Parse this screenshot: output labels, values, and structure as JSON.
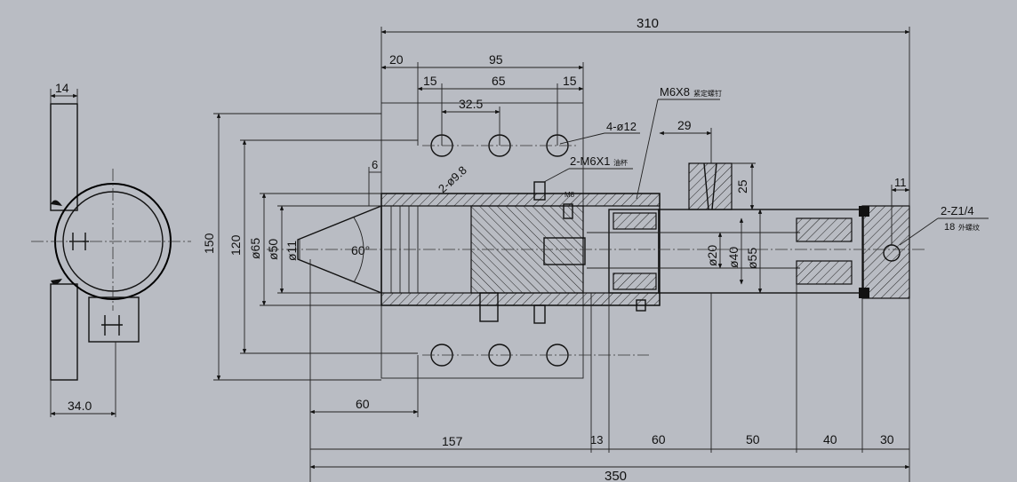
{
  "dimensions": {
    "top_310": "310",
    "top_20": "20",
    "top_95": "95",
    "top_15a": "15",
    "top_65": "65",
    "top_15b": "15",
    "top_32_5": "32.5",
    "top_29": "29",
    "side_14": "14",
    "side_34": "34.0",
    "v_150": "150",
    "v_120": "120",
    "v_d65": "ø65",
    "v_d50": "ø50",
    "v_d11": "ø11",
    "v_6": "6",
    "v_25": "25",
    "v_11": "11",
    "angle_60": "60°",
    "d20": "ø20",
    "d40": "ø40",
    "d55": "ø55",
    "bot_60a": "60",
    "bot_157": "157",
    "bot_13": "13",
    "bot_60b": "60",
    "bot_50": "50",
    "bot_40": "40",
    "bot_30": "30",
    "bot_350": "350"
  },
  "callouts": {
    "holes_4": "4-ø12",
    "holes_2": "2-ø9.8",
    "thread_m6x8": "M6X8",
    "thread_m6x8_note": "紧定螺钉",
    "thread_m6x1": "2-M6X1",
    "thread_m6x1_note": "油杯",
    "port_label": "2-Z1/4",
    "port_note": "18",
    "port_note_cn": "外螺纹",
    "small_m8": "M8"
  }
}
